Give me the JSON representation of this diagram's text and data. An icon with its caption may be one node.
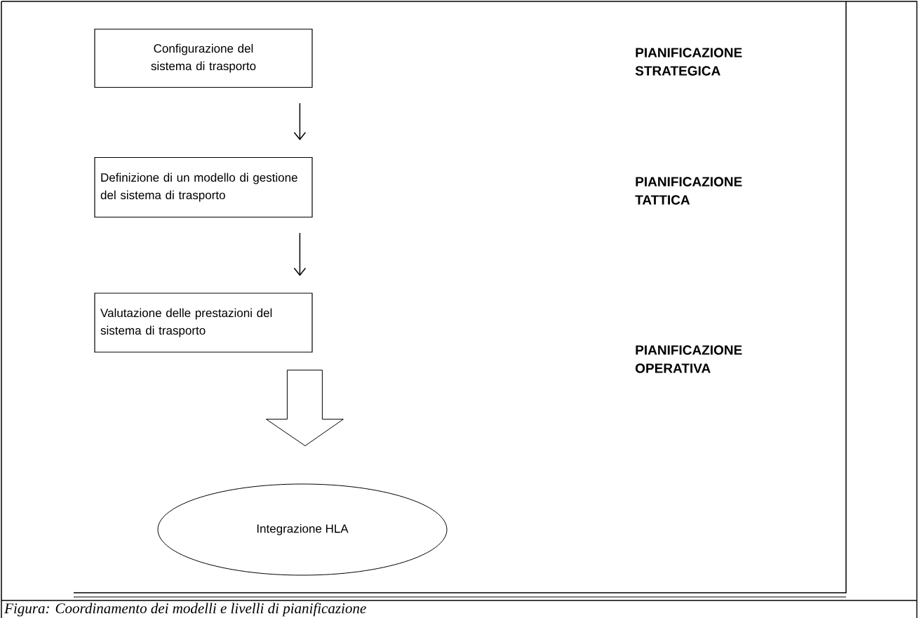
{
  "diagram": {
    "caption": "Figura: Coordinamento dei modelli e livelli di pianificazione",
    "nodes": [
      {
        "text": [
          "Configurazione del sistema di trasporto"
        ]
      },
      {
        "text": [
          "Definizione di un modello di gestione del sistema di trasporto"
        ]
      },
      {
        "text": [
          "Valutazione delle prestazioni del sistema di trasporto"
        ]
      },
      {
        "text": [
          "Integrazione HLA"
        ]
      }
    ],
    "edges": [
      {
        "from": 0,
        "to": 1,
        "arrow": "to"
      },
      {
        "from": 1,
        "to": 2,
        "arrow": "to"
      },
      {
        "from": 2,
        "to": 3,
        "arrow": "to",
        "style": "thick"
      }
    ],
    "labels": [
      "PIANIFICAZIONE STRATEGICA",
      "PIANIFICAZIONE TATTICA",
      "PIANIFICAZIONE OPERATIVA"
    ]
  }
}
